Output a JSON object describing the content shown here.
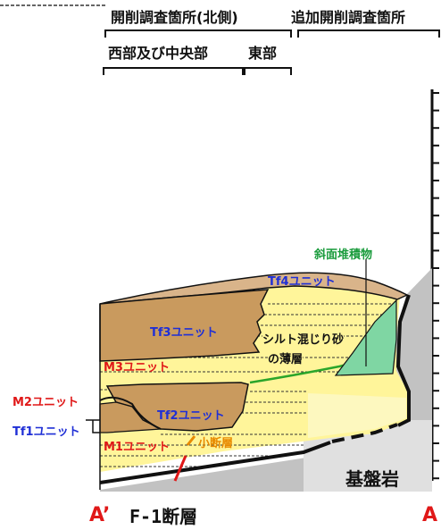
{
  "header": {
    "row1_left": "開削調査箇所(北側)",
    "row1_right": "追加開削調査箇所",
    "row2_left": "西部及び中央部",
    "row2_right": "東部"
  },
  "units": {
    "tf4": "Tf4ユニット",
    "tf3": "Tf3ユニット",
    "m3": "M3ユニット",
    "tf2": "Tf2ユニット",
    "m2": "M2ユニット",
    "tf1": "Tf1ユニット",
    "m1": "M1ユニット"
  },
  "annotations": {
    "slope_deposit": "斜面堆積物",
    "silt_line1": "シルト混じり砂",
    "silt_line2": "の薄層",
    "small_fault": "小断層",
    "bedrock": "基盤岩"
  },
  "footer": {
    "a_prime": "A’",
    "fault": "F-1断層",
    "a": "A"
  },
  "colors": {
    "unit_label": "#1f2fd6",
    "marine_label": "#e01818",
    "fault_label": "#e88a00",
    "slope_label": "#1a9b3c",
    "yellow_layer": "#fff59a",
    "brown_layer": "#c99a5e",
    "tan_layer": "#d9b48a",
    "bedrock": "#c0c0c0",
    "slope_fill": "#7fd6a3"
  }
}
